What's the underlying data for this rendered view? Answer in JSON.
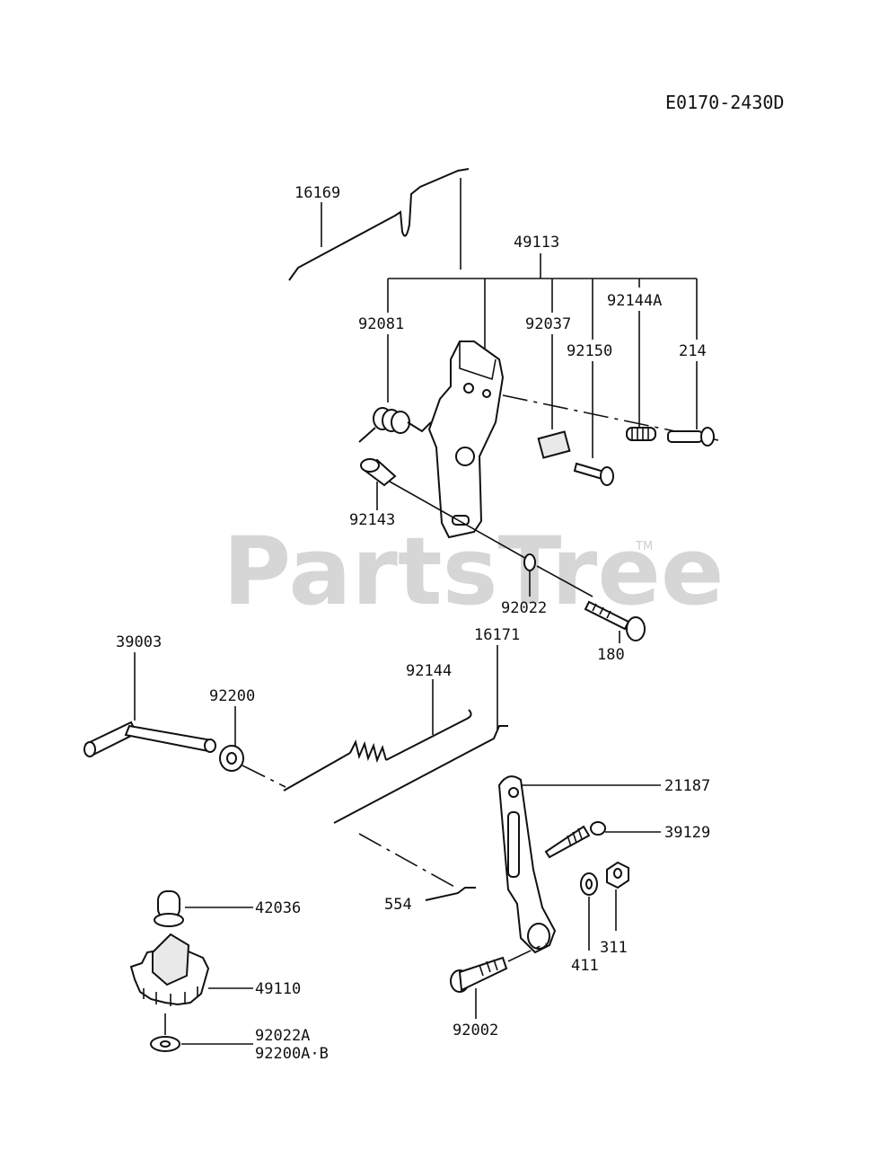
{
  "diagram": {
    "reference_code": "E0170-2430D",
    "watermark": "PartsTree",
    "watermark_tm": "TM",
    "part_labels": {
      "p16169": "16169",
      "p49113": "49113",
      "p92081": "92081",
      "p92037": "92037",
      "p92144A": "92144A",
      "p92150": "92150",
      "p214": "214",
      "p92143": "92143",
      "p92022": "92022",
      "p180": "180",
      "p39003": "39003",
      "p16171": "16171",
      "p92144": "92144",
      "p92200": "92200",
      "p21187": "21187",
      "p39129": "39129",
      "p42036": "42036",
      "p554": "554",
      "p49110": "49110",
      "p311": "311",
      "p411": "411",
      "p92002": "92002",
      "p92022A": "92022A",
      "p92200AB": "92200A·B"
    }
  }
}
